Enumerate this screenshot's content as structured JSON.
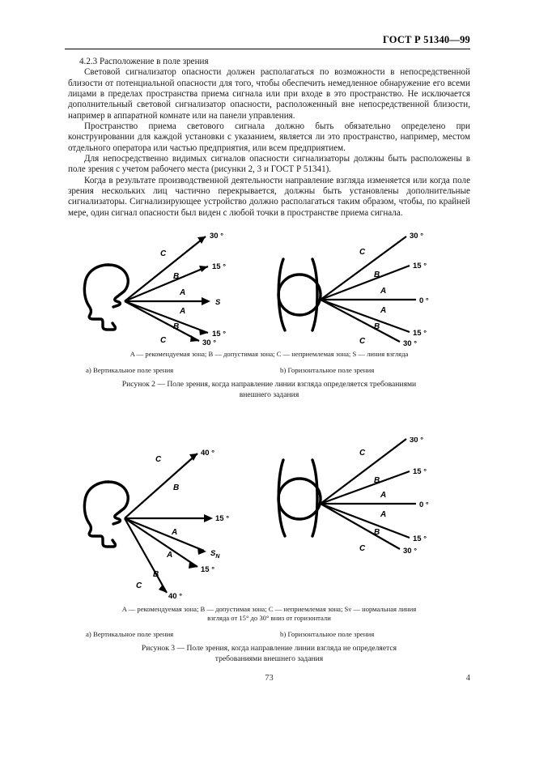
{
  "header": {
    "standard_title": "ГОСТ Р 51340—99"
  },
  "body": {
    "clause_number_title": "4.2.3  Расположение в поле зрения",
    "paragraphs": [
      "Световой сигнализатор опасности должен располагаться по возможности в непосредственной близости от потенциальной опасности для того, чтобы обеспечить немедленное обнаружение его всеми лицами в пределах пространства приема сигнала или при входе в это пространство. Не исключается дополнительный световой сигнализатор опасности, расположенный вне непосредственной близости, например в аппаратной комнате или на панели управления.",
      "Пространство приема светового сигнала должно быть обязательно определено при конструировании для каждой установки с указанием, является ли это пространство, например, местом отдельного оператора или частью предприятия, или всем предприятием.",
      "Для непосредственно видимых сигналов опасности сигнализаторы должны быть расположены в поле зрения с учетом рабочего места (рисунки 2, 3 и ГОСТ Р 51341).",
      "Когда в результате производственной деятельности направление взгляда изменяется или когда поле зрения нескольких лиц частично перекрывается, должны быть установлены дополнительные сигнализаторы. Сигнализирующее устройство должно располагаться таким образом, чтобы, по крайней мере, один сигнал опасности был виден с любой точки в пространстве приема сигнала."
    ]
  },
  "figure2": {
    "note_zone_a": "A — рекомендуемая зона;",
    "note_zone_b": "B — допустимая зона;",
    "note_zone_c": "C — неприемлемая зона;",
    "note_zone_s": "S — линия взгляда",
    "sub_caption_a": "a)  Вертикальное поле зрения",
    "sub_caption_b": "b)  Горизонтальное поле зрения",
    "caption_line1": "Рисунок 2 — Поле зрения, когда направление линии взгляда определяется требованиями",
    "caption_line2": "внешнего задания",
    "vertical": {
      "head_type": "head-profile-side",
      "rays": [
        {
          "label": "C",
          "angle_label": "30 °",
          "zone": "C",
          "direction": "up"
        },
        {
          "label": "B",
          "angle_label": "15 °",
          "zone": "B",
          "direction": "up"
        },
        {
          "label": "A",
          "angle_label": "S",
          "zone": "A",
          "direction": "center"
        },
        {
          "label": "A",
          "angle_label": "15 °",
          "zone": "A",
          "direction": "down"
        },
        {
          "label": "B",
          "angle_label": "30 °",
          "zone": "B",
          "direction": "down"
        }
      ],
      "sight_line_label": "S"
    },
    "horizontal": {
      "head_type": "head-top-down",
      "rays": [
        {
          "label": "C",
          "angle_label": "30 °",
          "zone": "C",
          "direction": "up"
        },
        {
          "label": "B",
          "angle_label": "15 °",
          "zone": "B",
          "direction": "up"
        },
        {
          "label": "A",
          "angle_label": "0 °",
          "zone": "A",
          "direction": "center"
        },
        {
          "label": "A",
          "angle_label": "15 °",
          "zone": "A",
          "direction": "down"
        },
        {
          "label": "B",
          "angle_label": "30 °",
          "zone": "B",
          "direction": "down"
        }
      ]
    }
  },
  "figure3": {
    "note_zone_a": "A — рекомендуемая зона;",
    "note_zone_b": "B — допустимая зона;",
    "note_zone_c": "C — неприемлемая зона;",
    "note_zone_sv": "Sν — нормальная линия",
    "note_line2": "взгляда от 15° до 30° вниз от горизонтали",
    "sub_caption_a": "a)  Вертикальное поле зрения",
    "sub_caption_b": "b)  Горизонтальное поле зрения",
    "caption_line1": "Рисунок 3 — Поле зрения, когда направление линии взгляда не определяется",
    "caption_line2": "требованиями внешнего задания",
    "vertical": {
      "head_type": "head-profile-side",
      "rays": [
        {
          "label": "C",
          "angle_label": "40 °",
          "zone": "C",
          "direction": "up"
        },
        {
          "label": "B",
          "angle_label": "15 °",
          "zone": "B",
          "direction": "up"
        },
        {
          "label": "A",
          "angle_label": "S",
          "zone": "A",
          "direction": "center"
        },
        {
          "label": "A",
          "angle_label": "15 °",
          "zone": "A",
          "direction": "down"
        },
        {
          "label": "B",
          "angle_label": "40 °",
          "zone": "B",
          "direction": "down"
        }
      ],
      "sight_line_label": "S",
      "sight_line_sub": "N"
    },
    "horizontal": {
      "head_type": "head-top-down",
      "rays": [
        {
          "label": "C",
          "angle_label": "30 °",
          "zone": "C",
          "direction": "up"
        },
        {
          "label": "B",
          "angle_label": "15 °",
          "zone": "B",
          "direction": "up"
        },
        {
          "label": "A",
          "angle_label": "0 °",
          "zone": "A",
          "direction": "center"
        },
        {
          "label": "A",
          "angle_label": "15 °",
          "zone": "A",
          "direction": "down"
        },
        {
          "label": "B",
          "angle_label": "30 °",
          "zone": "B",
          "direction": "down"
        }
      ]
    }
  },
  "footer": {
    "page_number_center": "73",
    "page_number_right": "4"
  }
}
